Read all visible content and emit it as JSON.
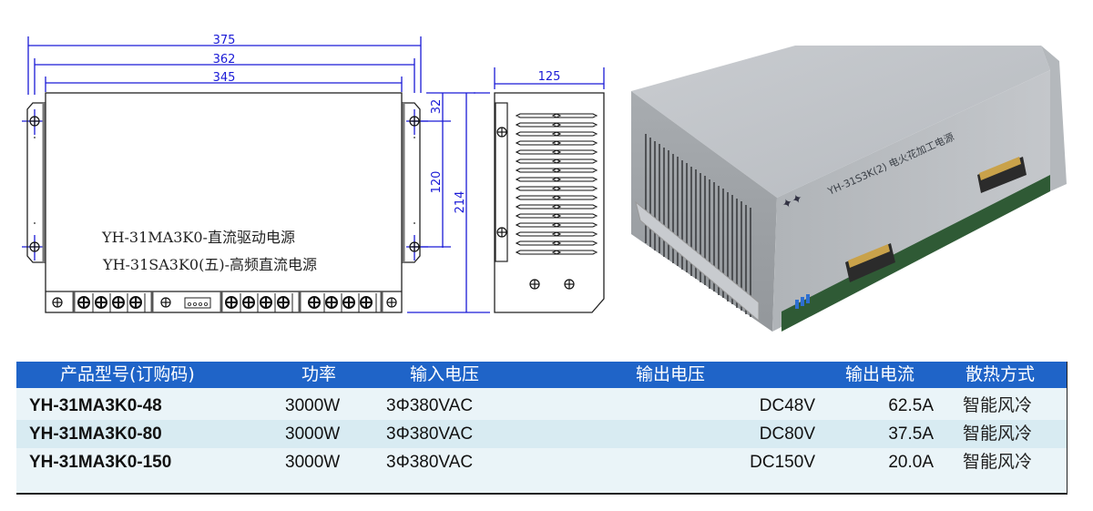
{
  "drawing": {
    "dimensions": {
      "overall_width": "375",
      "mount_width": "362",
      "body_width": "345",
      "side_depth": "125",
      "mount_offset": "32",
      "hole_spacing": "120",
      "height": "214"
    },
    "labels": {
      "line1": "YH-31MA3K0-直流驱动电源",
      "line2": "YH-31SA3K0(五)-高频直流电源"
    }
  },
  "photo": {
    "nameplate": "YH-31S3K(2) 电火花加工电源"
  },
  "table": {
    "colors": {
      "header_bg": "#1f64c8",
      "row_bg": "#eaf4f8",
      "row_alt_bg": "#d8ebf2"
    },
    "headers": {
      "model": "产品型号(订购码)",
      "power": "功率",
      "input_voltage": "输入电压",
      "output_voltage": "输出电压",
      "output_current": "输出电流",
      "cooling": "散热方式"
    },
    "rows": [
      {
        "model": "YH-31MA3K0-48",
        "power": "3000W",
        "input_voltage": "3Φ380VAC",
        "output_voltage": "DC48V",
        "output_current": "62.5A",
        "cooling": "智能风冷"
      },
      {
        "model": "YH-31MA3K0-80",
        "power": "3000W",
        "input_voltage": "3Φ380VAC",
        "output_voltage": "DC80V",
        "output_current": "37.5A",
        "cooling": "智能风冷"
      },
      {
        "model": "YH-31MA3K0-150",
        "power": "3000W",
        "input_voltage": "3Φ380VAC",
        "output_voltage": "DC150V",
        "output_current": "20.0A",
        "cooling": "智能风冷"
      }
    ]
  }
}
